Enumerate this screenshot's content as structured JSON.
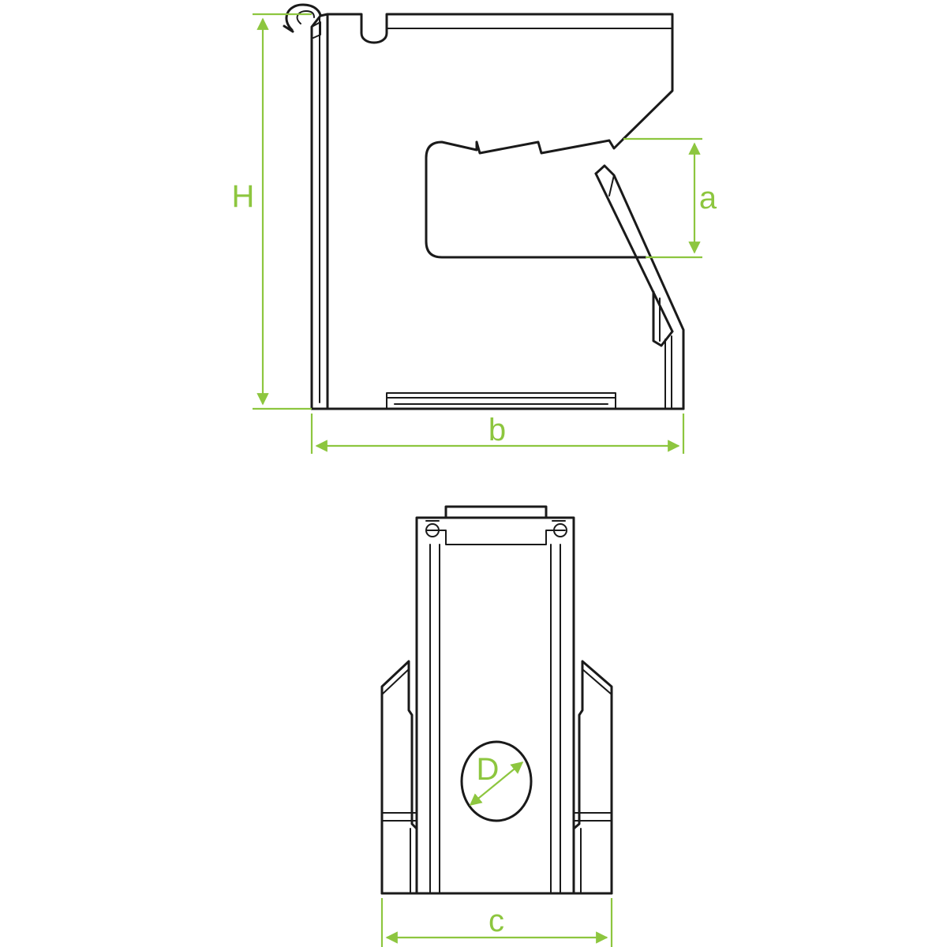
{
  "dimension_color": "#8dc63f",
  "line_color": "#1a1a1a",
  "labels": {
    "height": "H",
    "width": "b",
    "opening": "a",
    "diameter": "D",
    "front_width": "c"
  }
}
